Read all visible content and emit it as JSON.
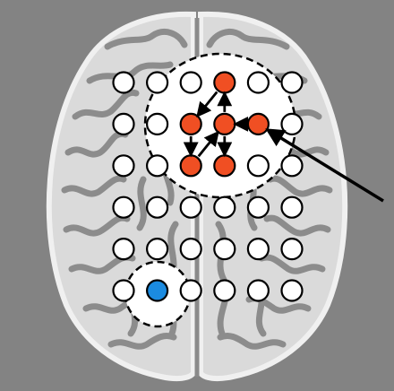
{
  "colors": {
    "background": "#838383",
    "brain_fill": "#d9d9d9",
    "brain_outline": "#efefef",
    "sulci": "#8a8a8a",
    "electrode_default": "#ffffff",
    "electrode_active": "#f04f23",
    "electrode_source": "#1b8be0",
    "stroke": "#000000"
  },
  "grid": {
    "rows": 6,
    "cols": 6
  },
  "electrodes": {
    "active": [
      [
        0,
        3
      ],
      [
        1,
        2
      ],
      [
        1,
        3
      ],
      [
        1,
        4
      ],
      [
        2,
        2
      ],
      [
        2,
        3
      ]
    ],
    "source": [
      [
        5,
        1
      ]
    ]
  },
  "arrows": [
    {
      "from": [
        0,
        3
      ],
      "to": [
        1,
        2
      ]
    },
    {
      "from": [
        1,
        3
      ],
      "to": [
        0,
        3
      ]
    },
    {
      "from": [
        1,
        4
      ],
      "to": [
        1,
        3
      ]
    },
    {
      "from": [
        1,
        2
      ],
      "to": [
        2,
        2
      ]
    },
    {
      "from": [
        2,
        2
      ],
      "to": [
        1,
        3
      ]
    },
    {
      "from": [
        1,
        3
      ],
      "to": [
        2,
        3
      ]
    }
  ],
  "regions": [
    {
      "name": "propagation-region",
      "shape": "ellipse"
    },
    {
      "name": "source-region",
      "shape": "circle"
    }
  ],
  "pointer": {
    "target": [
      1,
      4
    ]
  }
}
